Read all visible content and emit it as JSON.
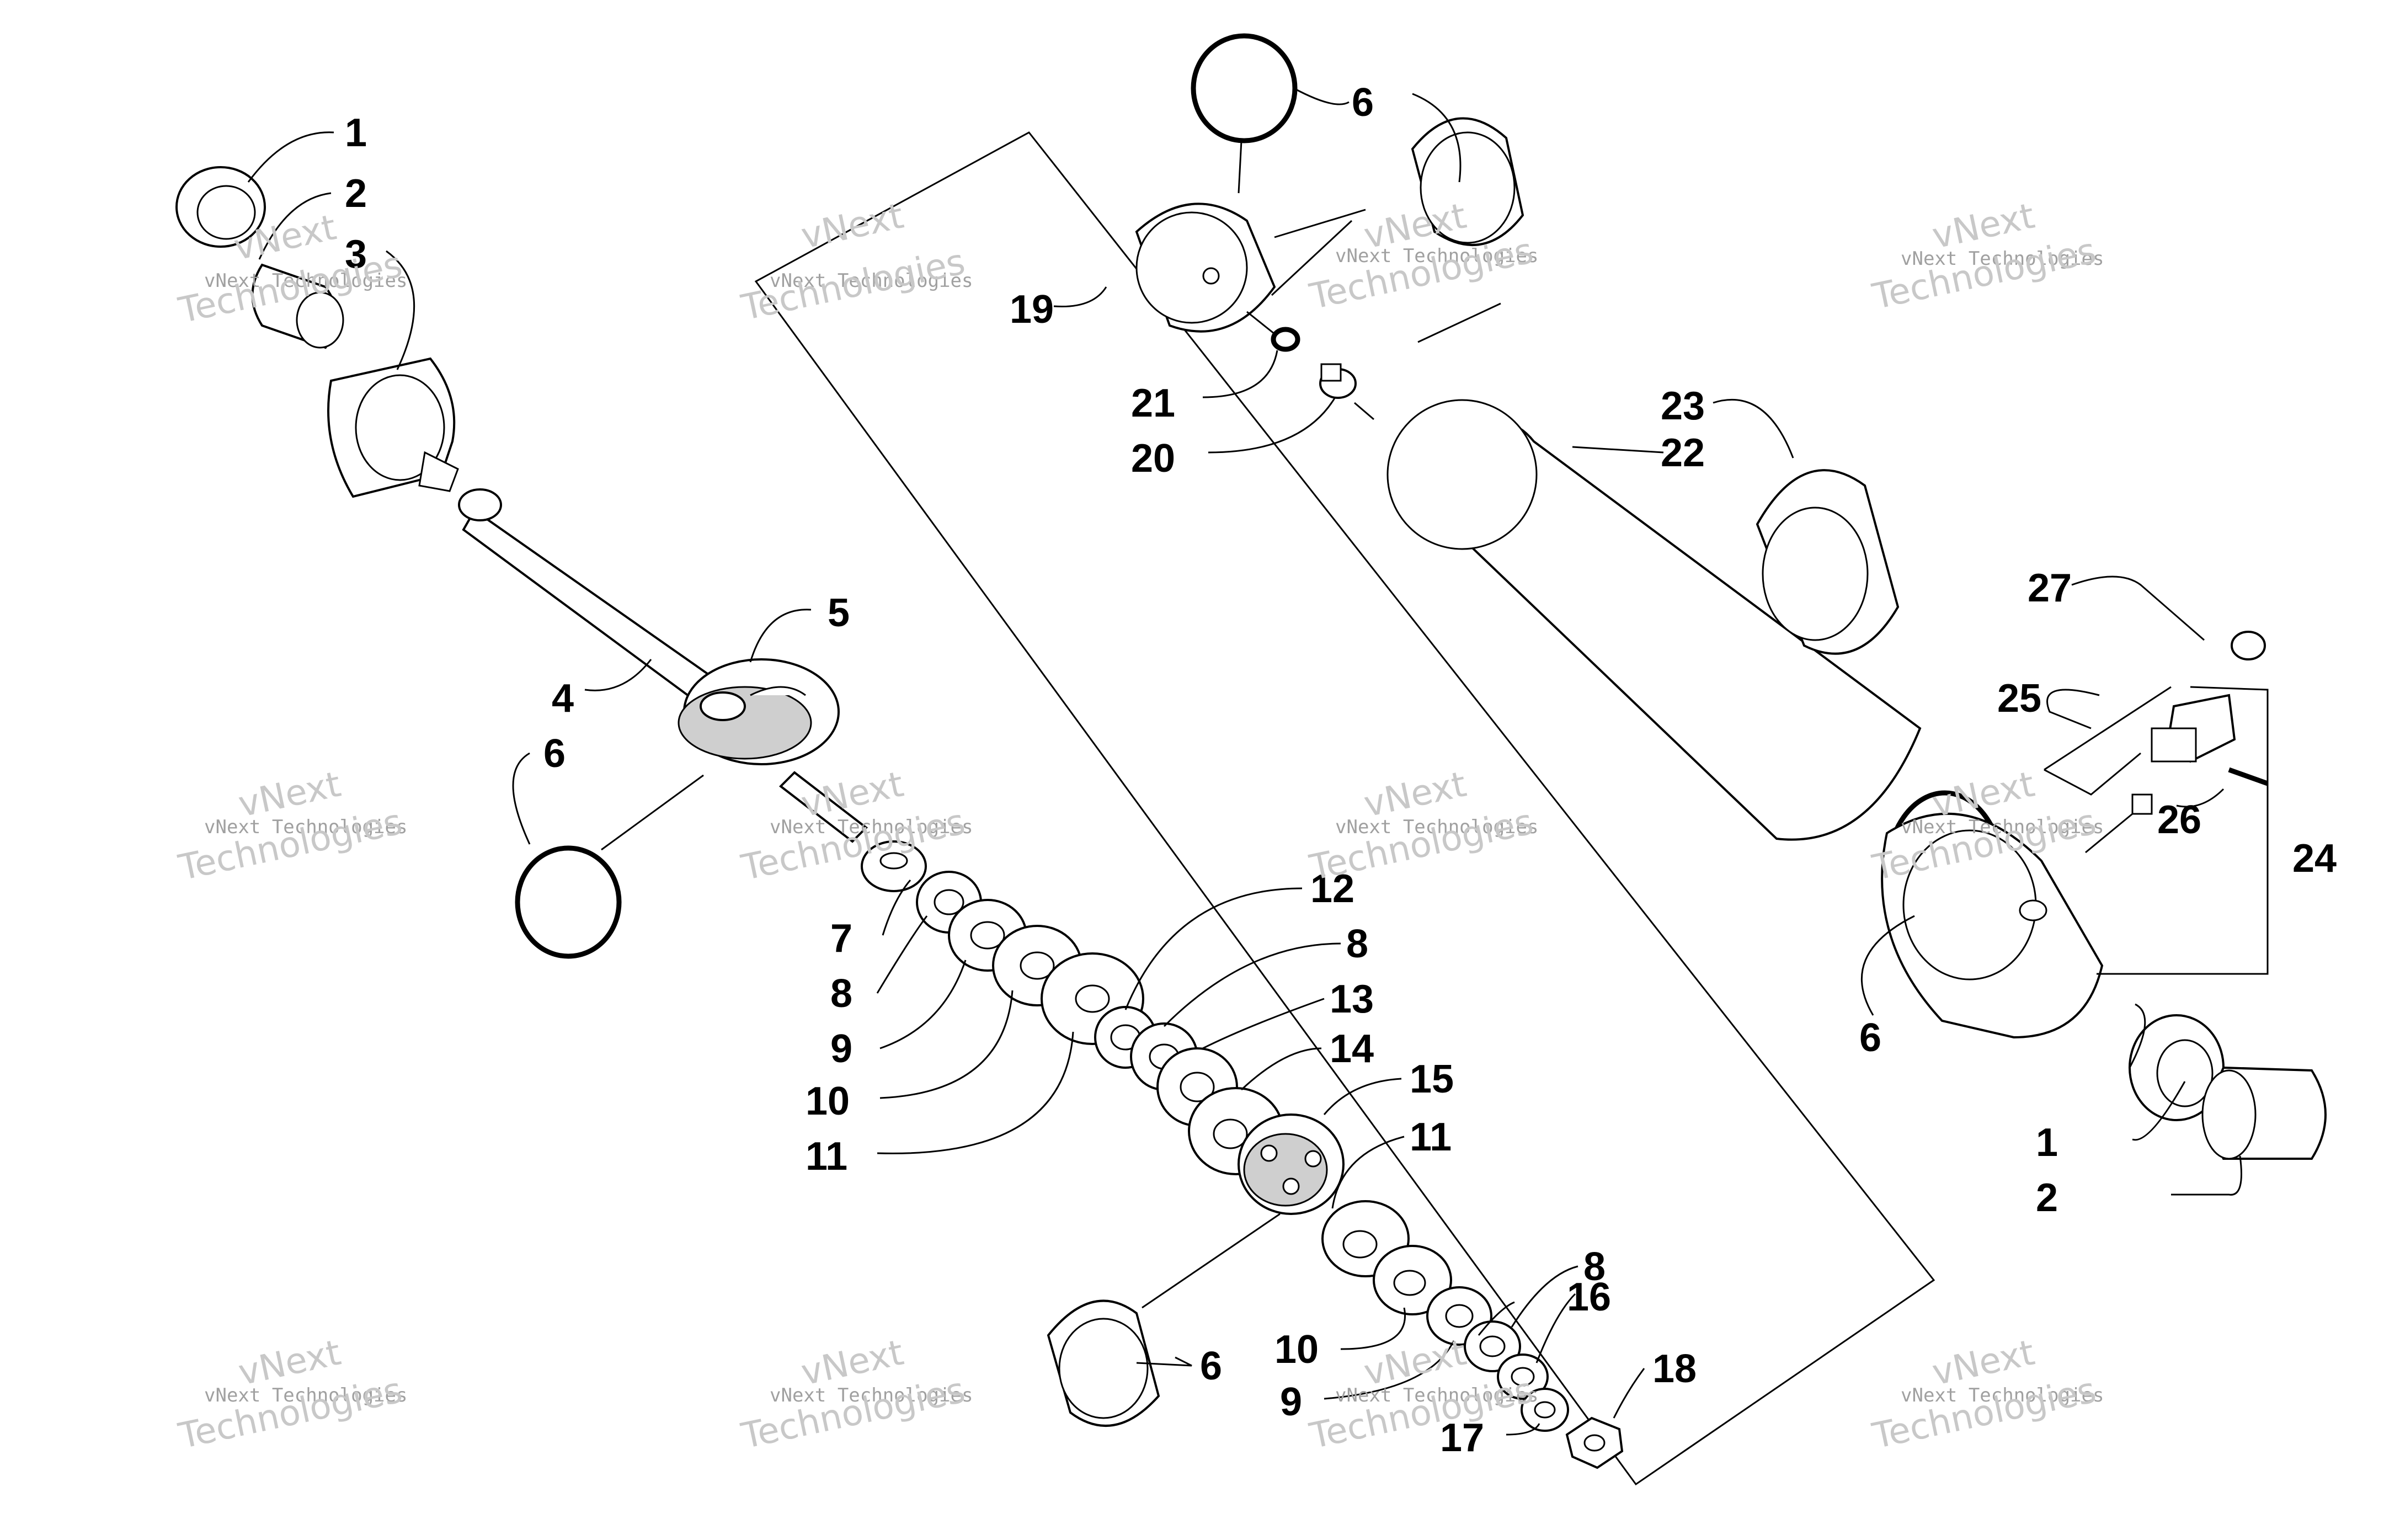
{
  "callouts": {
    "c1": "1",
    "c2": "2",
    "c3": "3",
    "c4": "4",
    "c5": "5",
    "c6": "6",
    "c7": "7",
    "c8": "8",
    "c9": "9",
    "c10": "10",
    "c11": "11",
    "c12": "12",
    "c13": "13",
    "c14": "14",
    "c15": "15",
    "c16": "16",
    "c17": "17",
    "c18": "18",
    "c19": "19",
    "c20": "20",
    "c21": "21",
    "c22": "22",
    "c23": "23",
    "c24": "24",
    "c25": "25",
    "c26": "26",
    "c27": "27"
  },
  "watermark": {
    "line1": "vNext Technologies",
    "line2": "vNext",
    "line3": "Technologies"
  },
  "colors": {
    "ink": "#000000",
    "paper": "#ffffff",
    "watermark": "#b0b0b0"
  }
}
